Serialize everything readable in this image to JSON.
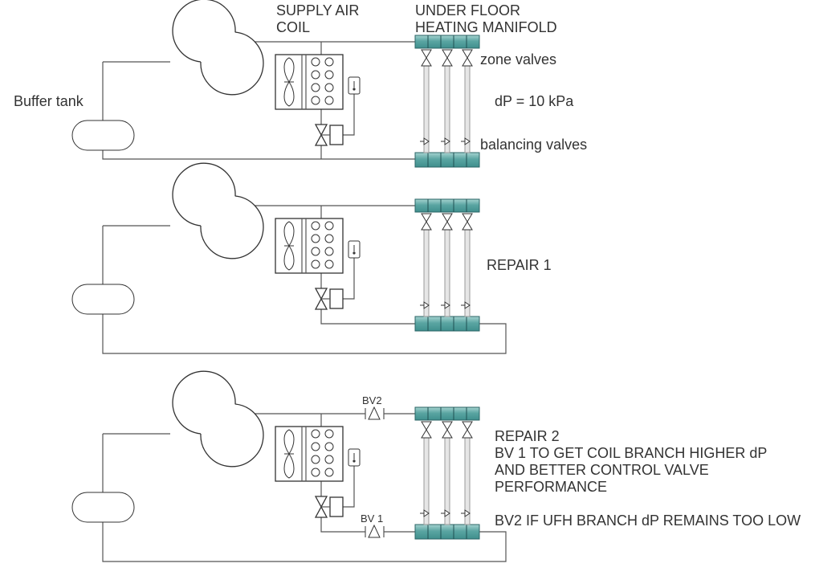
{
  "colors": {
    "pipe": "#555555",
    "outline": "#333333",
    "manifold": "#3f8f8d",
    "manifold_highlight": "#a6d3d0",
    "text": "#333333",
    "background": "#ffffff"
  },
  "labels": {
    "supply_air_coil": [
      "SUPPLY AIR",
      "COIL"
    ],
    "ufh_manifold": [
      "UNDER FLOOR",
      "HEATING MANIFOLD"
    ],
    "buffer_tank": "Buffer tank",
    "zone_valves": "zone valves",
    "dp": "dP = 10 kPa",
    "balancing_valves": "balancing valves",
    "repair1": "REPAIR 1",
    "repair2": [
      "REPAIR 2",
      "BV 1 TO GET COIL BRANCH HIGHER dP",
      "AND BETTER CONTROL VALVE",
      "PERFORMANCE"
    ],
    "bv2_note": "BV2 IF UFH BRANCH dP REMAINS TOO LOW",
    "bv1": "BV 1",
    "bv2": "BV2"
  },
  "diagrams": [
    {
      "id": "original"
    },
    {
      "id": "repair-1"
    },
    {
      "id": "repair-2"
    }
  ],
  "icons": [
    "pump-icon",
    "tank-icon",
    "coil-icon",
    "fan-icon",
    "control-valve-icon",
    "thermostat-icon",
    "manifold-icon",
    "zone-valve-icon",
    "balancing-valve-icon"
  ]
}
